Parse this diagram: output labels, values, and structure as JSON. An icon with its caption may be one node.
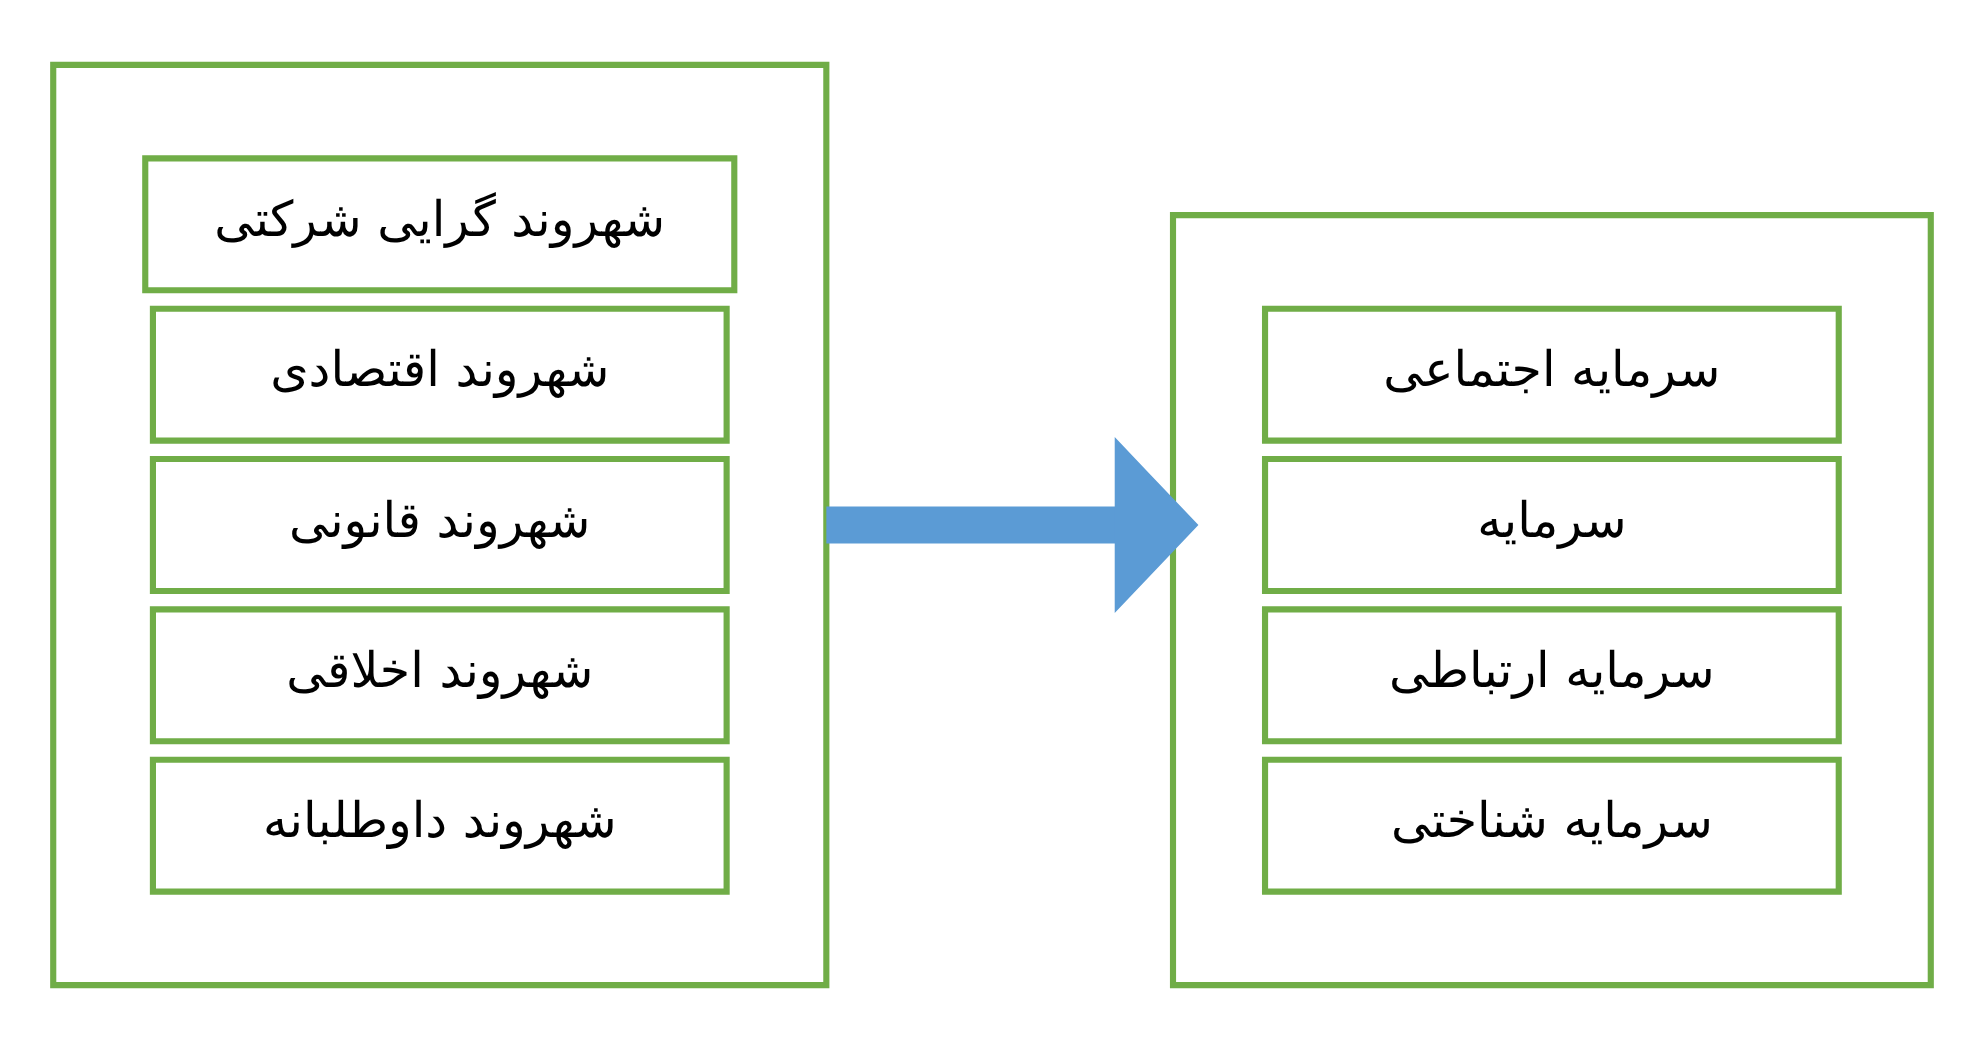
{
  "diagram": {
    "nodes": [
      {
        "text": [],
        "shape": "box"
      },
      {
        "text": [
          "شهروند گرایی شرکتی"
        ],
        "in": 0
      },
      {
        "text": [
          "شهروند اقتصادی"
        ],
        "in": 0
      },
      {
        "text": [
          "شهروند قانونی"
        ],
        "in": 0
      },
      {
        "text": [
          "شهروند اخلاقی"
        ],
        "in": 0
      },
      {
        "text": [
          "شهروند داوطلبانه"
        ],
        "in": 0
      },
      {
        "text": [],
        "shape": "box"
      },
      {
        "text": [
          "سرمایه اجتماعی"
        ],
        "in": 6
      },
      {
        "text": [
          "سرمایه"
        ],
        "in": 6
      },
      {
        "text": [
          "سرمایه ارتباطی"
        ],
        "in": 6
      },
      {
        "text": [
          "سرمایه شناختی"
        ],
        "in": 6
      }
    ],
    "edges": [
      {
        "from": 0,
        "to": 6,
        "arrow": "to",
        "color": "#5b9bd5"
      }
    ]
  }
}
